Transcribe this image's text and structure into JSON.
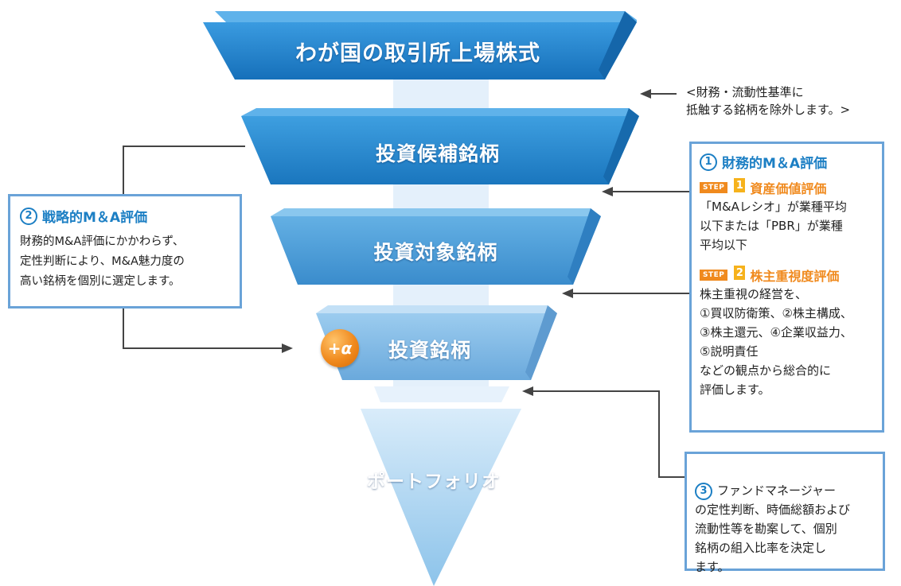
{
  "tiers": [
    {
      "label": "わが国の取引所上場株式"
    },
    {
      "label": "投資候補銘柄"
    },
    {
      "label": "投資対象銘柄"
    },
    {
      "label": "投資銘柄"
    },
    {
      "label": "ポートフォリオ"
    }
  ],
  "plus_alpha": "+α",
  "exclude_note": "<財務・流動性基準に\n抵触する銘柄を除外します。>",
  "box_strategic": {
    "num": "2",
    "title": "戦略的M＆A評価",
    "body": "財務的M&A評価にかかわらず、\n定性判断により、M&A魅力度の\n高い銘柄を個別に選定します。"
  },
  "box_financial": {
    "num": "1",
    "title": "財務的M＆A評価",
    "step1": {
      "badge": "STEP",
      "num": "1",
      "title": "資産価値評価",
      "body": "「M&Aレシオ」が業種平均\n以下または「PBR」が業種\n平均以下"
    },
    "step2": {
      "badge": "STEP",
      "num": "2",
      "title": "株主重視度評価",
      "body": "株主重視の経営を、\n①買収防衛策、②株主構成、\n③株主還元、④企業収益力、\n⑤説明責任\nなどの観点から総合的に\n評価します。"
    }
  },
  "box_fund": {
    "num": "3",
    "body": "ファンドマネージャー\nの定性判断、時価総額および\n流動性等を勘案して、個別\n銘柄の組入比率を決定し\nます。"
  },
  "colors": {
    "tier1": "#1d7fc9",
    "tier2": "#2a8ad0",
    "tier3": "#4b9fda",
    "tier4": "#7ab7e6",
    "tier5": "#bfdcf4",
    "accent_orange": "#f08a1e",
    "box_border": "#6aa3d8",
    "title_blue": "#1c7fc4"
  }
}
